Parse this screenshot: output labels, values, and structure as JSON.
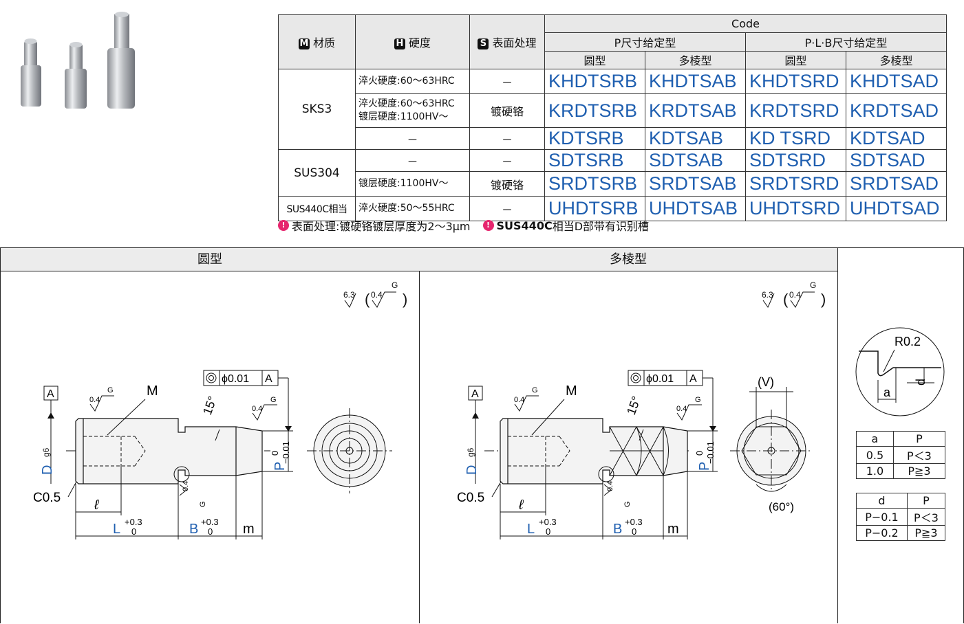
{
  "table": {
    "headers": {
      "material": "材质",
      "material_badge": "M",
      "hardness": "硬度",
      "hardness_badge": "H",
      "surface": "表面处理",
      "surface_badge": "S",
      "code": "Code",
      "p_type": "P尺寸给定型",
      "plb_type": "P·L·B尺寸给定型",
      "round": "圆型",
      "polygon": "多棱型"
    },
    "rows": [
      {
        "material": "SKS3",
        "hardness": "淬火硬度:60～63HRC",
        "surface": "－",
        "codes": [
          "KHDTSRB",
          "KHDTSAB",
          "KHDTSRD",
          "KHDTSAD"
        ]
      },
      {
        "hardness_line1": "淬火硬度:60～63HRC",
        "hardness_line2": "镀层硬度:1100HV～",
        "surface": "镀硬铬",
        "codes": [
          "KRDTSRB",
          "KRDTSAB",
          "KRDTSRD",
          "KRDTSAD"
        ]
      },
      {
        "hardness": "－",
        "surface": "－",
        "codes": [
          "KDTSRB",
          "KDTSAB",
          "KD TSRD",
          "KDTSAD"
        ]
      },
      {
        "material": "SUS304",
        "hardness": "－",
        "surface": "－",
        "codes": [
          "SDTSRB",
          "SDTSAB",
          "SDTSRD",
          "SDTSAD"
        ]
      },
      {
        "hardness": "镀层硬度:1100HV～",
        "surface": "镀硬铬",
        "codes": [
          "SRDTSRB",
          "SRDTSAB",
          "SRDTSRD",
          "SRDTSAD"
        ]
      },
      {
        "material": "SUS440C相当",
        "hardness": "淬火硬度:50～55HRC",
        "surface": "－",
        "codes": [
          "UHDTSRB",
          "UHDTSAB",
          "UHDTSRD",
          "UHDTSAD"
        ]
      }
    ]
  },
  "notes": {
    "note1": "表面处理:镀硬铬镀层厚度为2～3μm",
    "note2_bold": "SUS440C",
    "note2_rest": "相当D部带有识别槽"
  },
  "panels": {
    "round_title": "圆型",
    "polygon_title": "多棱型"
  },
  "drawing": {
    "roughness_main": "6.3",
    "roughness_fine": "0.4",
    "roughness_g": "G",
    "datum": "A",
    "concentricity": "ϕ0.01",
    "angle": "15°",
    "dim_D": "D",
    "dim_D_tol": "g6",
    "dim_P": "P",
    "dim_P_upper": "0",
    "dim_P_lower": "−0.01",
    "dim_L": "L",
    "dim_B": "B",
    "tol_upper": "+0.3",
    "tol_lower": "0",
    "dim_l": "ℓ",
    "dim_m": "m",
    "chamfer": "C0.5",
    "thread": "M",
    "across_flats": "(V)",
    "hex_angle": "(60°)"
  },
  "detail": {
    "radius": "R0.2",
    "a": "a",
    "d": "d",
    "table_a": {
      "headers": [
        "a",
        "P"
      ],
      "rows": [
        [
          "0.5",
          "P＜3"
        ],
        [
          "1.0",
          "P≧3"
        ]
      ]
    },
    "table_d": {
      "headers": [
        "d",
        "P"
      ],
      "rows": [
        [
          "P−0.1",
          "P＜3"
        ],
        [
          "P−0.2",
          "P≧3"
        ]
      ]
    }
  },
  "colors": {
    "code_blue": "#1f5fb0",
    "note_pink": "#e6266e",
    "header_gray": "#e8e8e8"
  }
}
